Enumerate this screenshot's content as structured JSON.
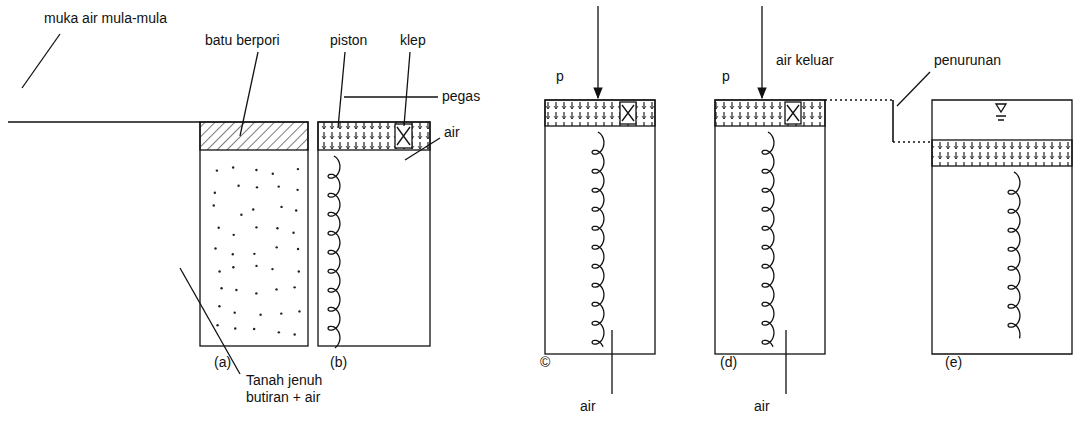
{
  "diagram": {
    "labels": [
      "muka air mula-mula",
      "batu berpori",
      "piston",
      "klep",
      "pegas",
      "air",
      "(a)",
      "(b)",
      "Tanah jenuh butiran + air",
      "p",
      "©",
      "air",
      "p",
      "air keluar",
      "(d)",
      "air",
      "penurunan",
      "(e)"
    ]
  }
}
